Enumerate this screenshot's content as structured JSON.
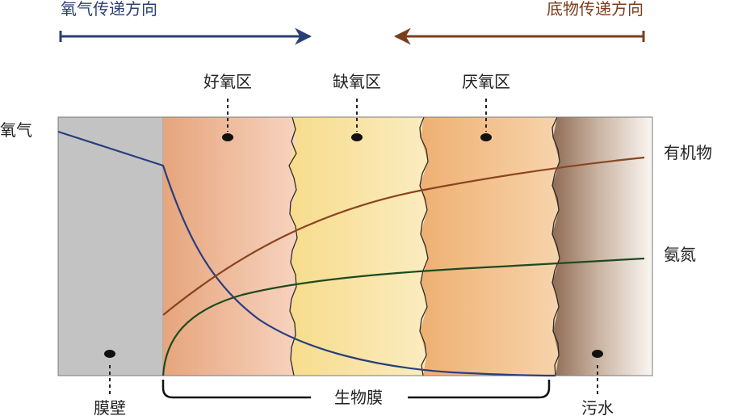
{
  "top_arrows": {
    "oxygen_direction": "氧气传递方向",
    "substrate_direction": "底物传递方向"
  },
  "zones": {
    "aerobic": "好氧区",
    "anoxic": "缺氧区",
    "anaerobic": "厌氧区"
  },
  "curve_labels": {
    "oxygen": "氧气",
    "organic": "有机物",
    "ammonia": "氨氮"
  },
  "bottom_labels": {
    "membrane_wall": "膜壁",
    "biofilm": "生物膜",
    "sewage": "污水"
  },
  "colors": {
    "oxygen_arrow": "#2a3f73",
    "substrate_arrow": "#7a3e1f",
    "oxygen_curve": "#283e80",
    "organic_curve": "#8a4420",
    "ammonia_curve": "#1d4a1f",
    "membrane_wall_fill": "#c3c3c3",
    "aerobic_fill": "#e8aa82",
    "anoxic_fill": "#f8df95",
    "anaerobic_fill": "#f0b478",
    "sewage_fill": "#a98a72"
  }
}
